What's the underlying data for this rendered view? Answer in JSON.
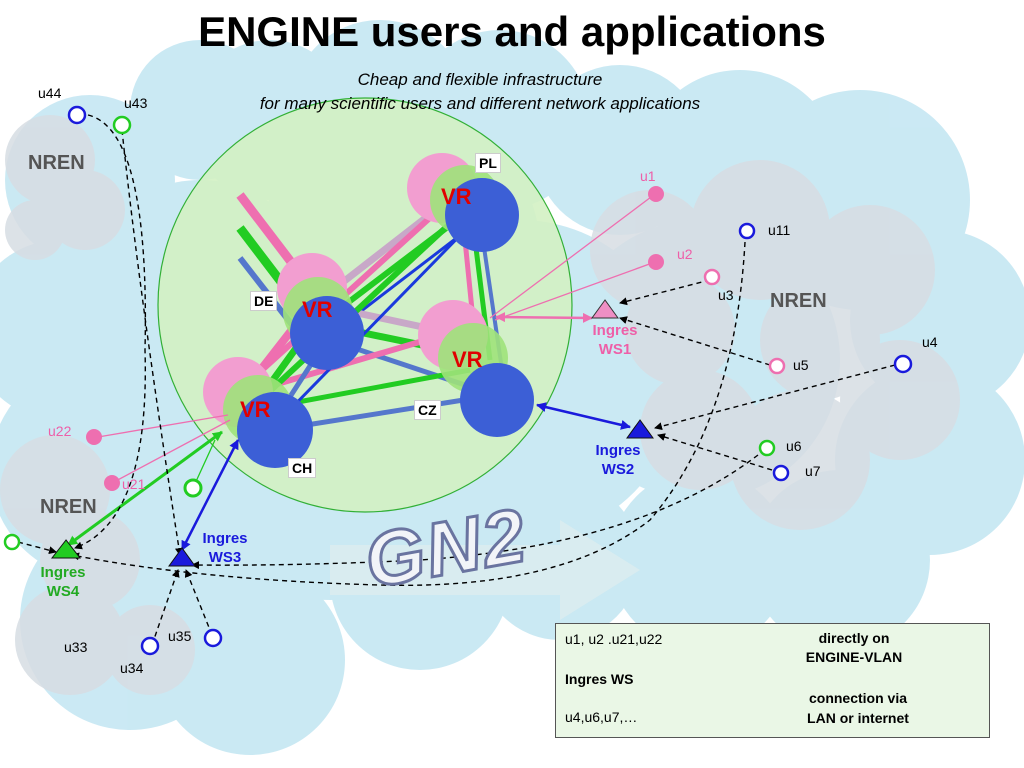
{
  "title": "ENGINE users and applications",
  "subtitle_line1": "Cheap and flexible  infrastructure",
  "subtitle_line2": "for many scientific users and different network applications",
  "clouds": {
    "nren_left_top": "NREN",
    "nren_left_bottom": "NREN",
    "nren_right": "NREN",
    "backbone": "GN2"
  },
  "routers": {
    "pl": {
      "label": "VR",
      "country": "PL"
    },
    "de": {
      "label": "VR",
      "country": "DE"
    },
    "cz": {
      "label": "VR",
      "country": "CZ"
    },
    "ch": {
      "label": "VR",
      "country": "CH"
    }
  },
  "ingres": {
    "ws1": {
      "line1": "Ingres",
      "line2": "WS1"
    },
    "ws2": {
      "line1": "Ingres",
      "line2": "WS2"
    },
    "ws3": {
      "line1": "Ingres",
      "line2": "WS3"
    },
    "ws4": {
      "line1": "Ingres",
      "line2": "WS4"
    }
  },
  "users": [
    "u1",
    "u2",
    "u3",
    "u4",
    "u5",
    "u6",
    "u7",
    "u11",
    "u21",
    "u22",
    "u33",
    "u34",
    "u35",
    "u43",
    "u44"
  ],
  "legend": {
    "row1_label": "u1, u2 .u21,u22",
    "row2_label": "Ingres WS",
    "row3_label": "u4,u6,u7,…",
    "desc1_line1": "directly on",
    "desc1_line2": "ENGINE-VLAN",
    "desc2_line1": "connection via",
    "desc2_line2": "LAN or internet"
  },
  "colors": {
    "pink": "#ee6fb0",
    "green": "#22cc22",
    "blue": "#1a1adc",
    "router_blue": "#3c5fd6",
    "cloud": "#c5e6f2",
    "red_label": "#e00000"
  }
}
